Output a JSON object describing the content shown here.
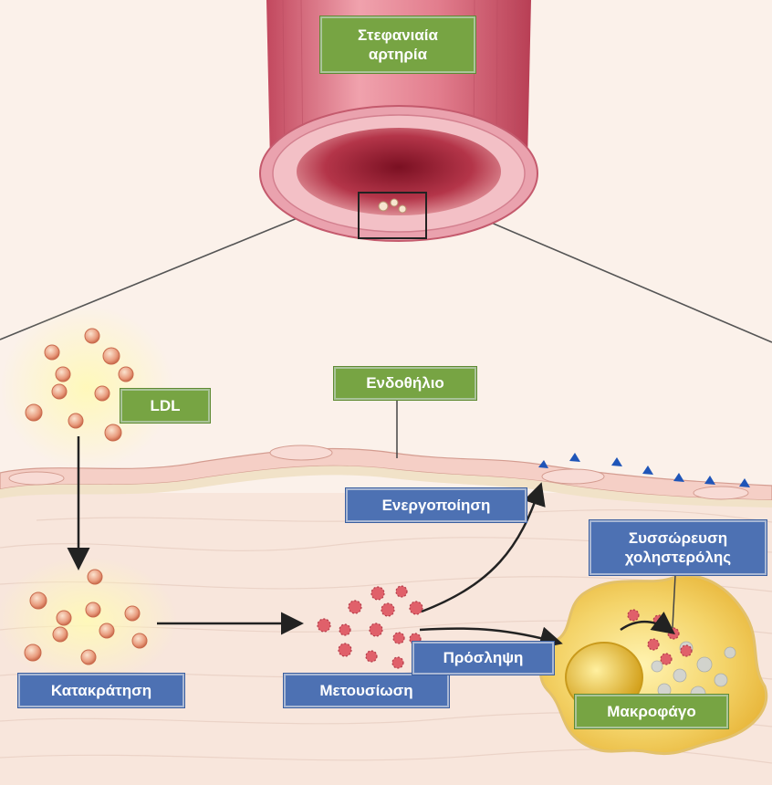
{
  "labels": {
    "coronary_artery": "Στεφανιαία\nαρτηρία",
    "endothelium": "Ενδοθήλιο",
    "ldl": "LDL",
    "activation": "Ενεργοποίηση",
    "cholesterol_accumulation": "Συσσώρευση\nχοληστερόλης",
    "retention": "Κατακράτηση",
    "modification": "Μετουσίωση",
    "uptake": "Πρόσληψη",
    "macrophage": "Μακροφάγο"
  },
  "colors": {
    "green_label": "#77a443",
    "blue_label": "#4d71b3",
    "artery": "#d7707f",
    "background": "#fbf1ea",
    "ldl_particle": "#e89a7c",
    "modified_ldl": "#e0606a",
    "macrophage": "#f2cf5a",
    "adhesion_markers": "#1f55b8"
  }
}
